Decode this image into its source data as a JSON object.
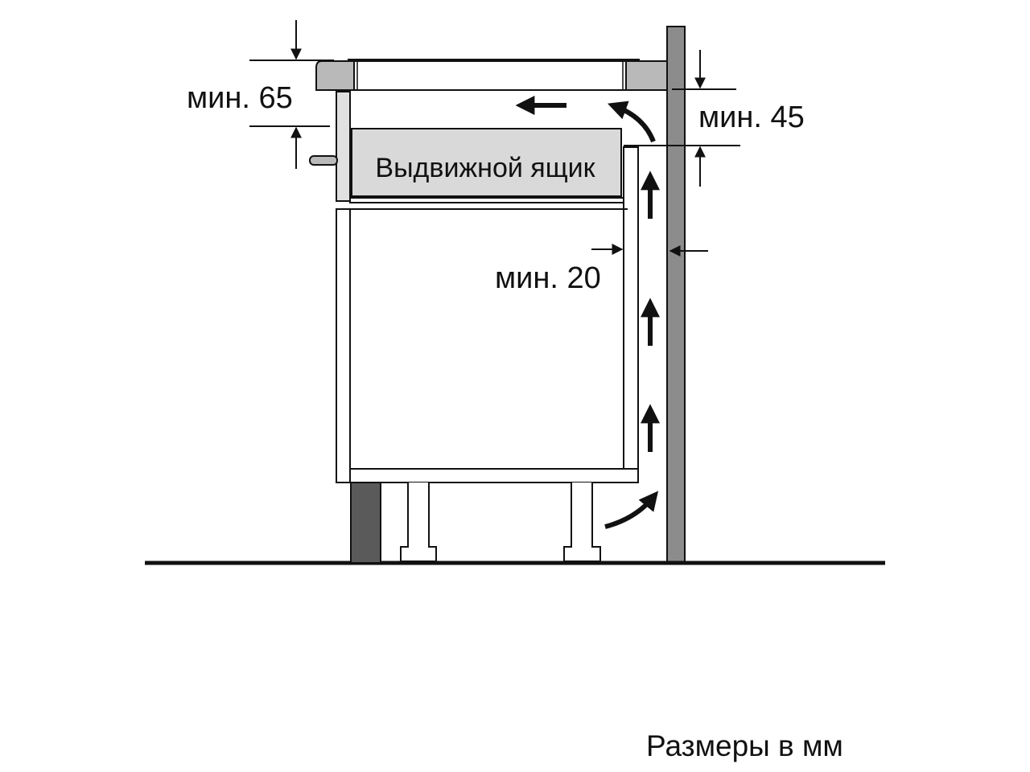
{
  "labels": {
    "min_top": "мин. 65",
    "min_right": "мин. 45",
    "min_gap": "мин. 20",
    "drawer": "Выдвижной ящик",
    "units": "Размеры в мм"
  },
  "colors": {
    "wall": "#8c8c8c",
    "plinth": "#5a5a5a",
    "drawer": "#d9d9d9",
    "worktop": "#b9b9b9",
    "line": "#111111"
  }
}
